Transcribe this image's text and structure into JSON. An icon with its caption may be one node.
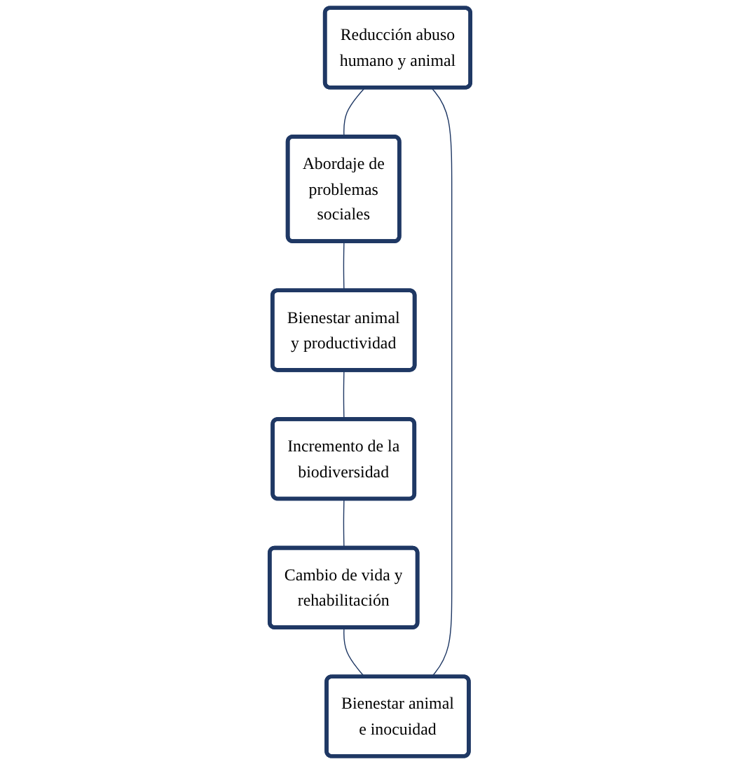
{
  "diagram": {
    "nodes": [
      {
        "text": [
          "Reducción abuso humano y animal"
        ]
      },
      {
        "text": [
          "Bienestar animal e inocuidad"
        ]
      },
      {
        "text": [
          "Abordaje de problemas sociales"
        ]
      },
      {
        "text": [
          "Cambio de vida y rehabilitación"
        ]
      },
      {
        "text": [
          "Bienestar animal y productividad"
        ]
      },
      {
        "text": [
          "Incremento de la biodiversidad"
        ]
      }
    ],
    "edges": [
      {
        "from": 0,
        "to": 2,
        "arrow": "none"
      },
      {
        "from": 2,
        "to": 4,
        "arrow": "none"
      },
      {
        "from": 4,
        "to": 5,
        "arrow": "none"
      },
      {
        "from": 5,
        "to": 3,
        "arrow": "none"
      },
      {
        "from": 3,
        "to": 1,
        "arrow": "none"
      },
      {
        "from": 1,
        "to": 0,
        "arrow": "none"
      }
    ]
  }
}
